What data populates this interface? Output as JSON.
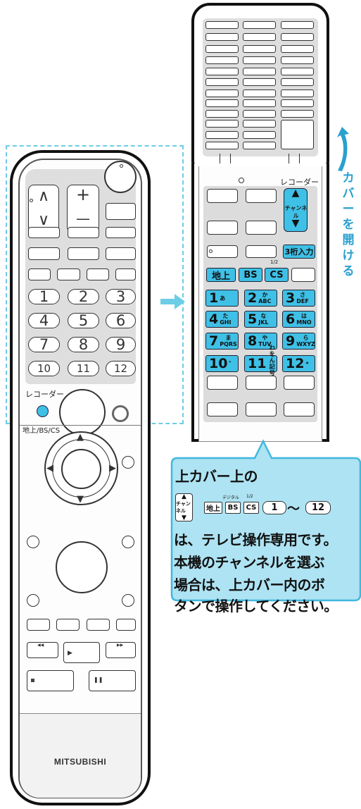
{
  "left_remote": {
    "recorder_label": "レコーダー",
    "mode_label": "地上/BS/CS",
    "brand": "MITSUBISHI",
    "plus": "+",
    "minus": "—",
    "up_chevron": "∧",
    "down_chevron": "∨",
    "number_keys": [
      "1",
      "2",
      "3",
      "4",
      "5",
      "6",
      "7",
      "8",
      "9",
      "10",
      "11",
      "12"
    ]
  },
  "right_remote": {
    "recorder_label": "レコーダー",
    "channel_label": "チャンネル",
    "three_digit_label": "3桁入力",
    "half_label": "1/2",
    "source_keys": [
      "地上",
      "BS",
      "CS"
    ],
    "number_keys": [
      {
        "num": "1",
        "kana": "あ",
        "latin": ""
      },
      {
        "num": "2",
        "kana": "か",
        "latin": "ABC"
      },
      {
        "num": "3",
        "kana": "さ",
        "latin": "DEF"
      },
      {
        "num": "4",
        "kana": "た",
        "latin": "GHI"
      },
      {
        "num": "5",
        "kana": "な",
        "latin": "JKL"
      },
      {
        "num": "6",
        "kana": "は",
        "latin": "MNO"
      },
      {
        "num": "7",
        "kana": "ま",
        "latin": "PQRS"
      },
      {
        "num": "8",
        "kana": "や",
        "latin": "TUV"
      },
      {
        "num": "9",
        "kana": "ら",
        "latin": "WXYZ"
      },
      {
        "num": "10",
        "kana": "゜",
        "latin": ""
      },
      {
        "num": "11",
        "kana": "わをん",
        "latin": "記号#"
      },
      {
        "num": "12",
        "kana": "",
        "latin": "*"
      }
    ]
  },
  "cover_text": [
    "カ",
    "バ",
    "ー",
    "を",
    "開",
    "け",
    "る"
  ],
  "callout": {
    "title": "上カバー上の",
    "mini_channel": "チャンネル",
    "mini_digital": "デジタル",
    "mini_half": "1/2",
    "mini_sources": [
      "地上",
      "BS",
      "CS"
    ],
    "mini_from": "1",
    "mini_tilde": "〜",
    "mini_to": "12",
    "line1": "は、テレビ操作専用です。",
    "line2": "本機のチャンネルを選ぶ",
    "line3": "場合は、上カバー内のボ",
    "line4": "タンで操作してください。"
  },
  "colors": {
    "accent_blue": "#3fc0e6",
    "dashed_frame": "#6ccde6",
    "cover_text": "#2aa0cf",
    "panel_grey": "#dedede",
    "callout_fill": "#aee3f3"
  }
}
